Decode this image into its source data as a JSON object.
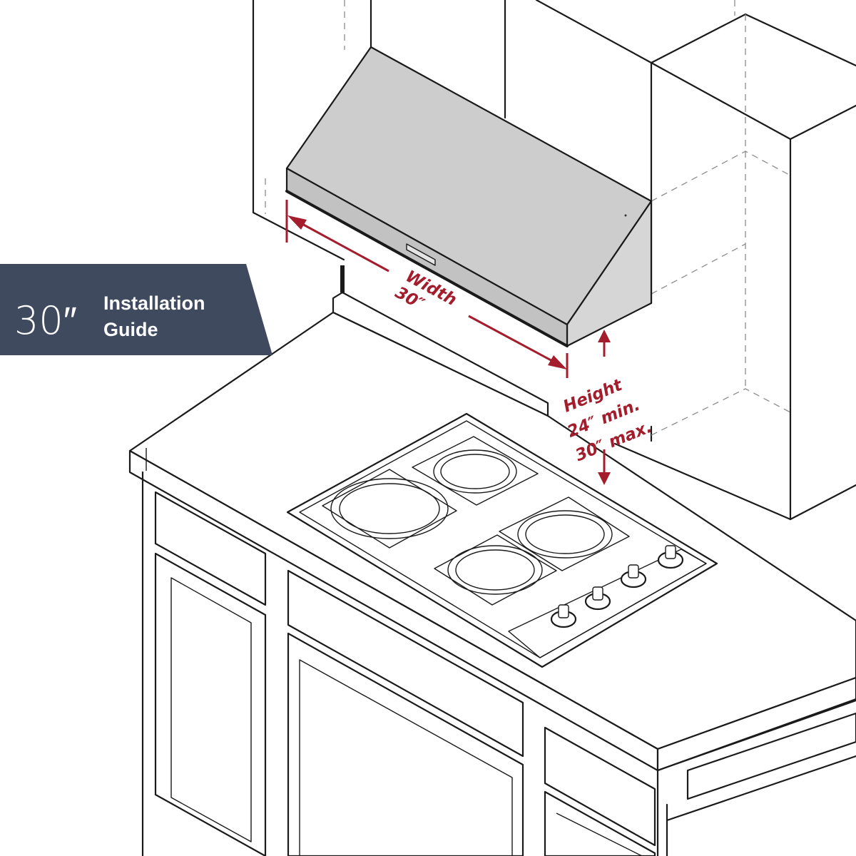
{
  "badge": {
    "size": "30″",
    "line1": "Installation",
    "line2": "Guide",
    "background": "#3f4a5f",
    "text_color": "#ffffff"
  },
  "dimensions": {
    "width_label": "Width",
    "width_value": "30″",
    "height_label": "Height",
    "height_min": "24″ min.",
    "height_max": "30″ max.",
    "color": "#a31d2c"
  },
  "colors": {
    "hood_front": "#c8c8c8",
    "hood_top": "#cdcdcd",
    "hood_side": "#d6d6d6",
    "hood_band": "#bdbdbd"
  }
}
